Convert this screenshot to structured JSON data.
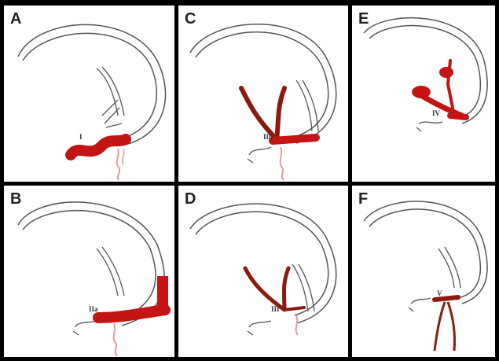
{
  "panels": [
    {
      "letter": "A",
      "label": "I"
    },
    {
      "letter": "B",
      "label": "IIa"
    },
    {
      "letter": "C",
      "label": "IIb"
    },
    {
      "letter": "D",
      "label": "III"
    },
    {
      "letter": "E",
      "label": "IV"
    },
    {
      "letter": "F",
      "label": "V"
    }
  ],
  "colors": {
    "border": "#000000",
    "panel_bg": "#ffffff",
    "outline": "#555555",
    "lesion": "#c41414",
    "lesion_dark": "#8b1a10",
    "vessel_pink": "#e89a9a"
  }
}
